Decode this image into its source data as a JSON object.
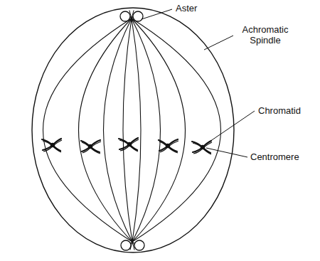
{
  "diagram": {
    "labels": [
      "Aster",
      "Achromatic Spindle",
      "Chromatid",
      "Centromere"
    ]
  }
}
